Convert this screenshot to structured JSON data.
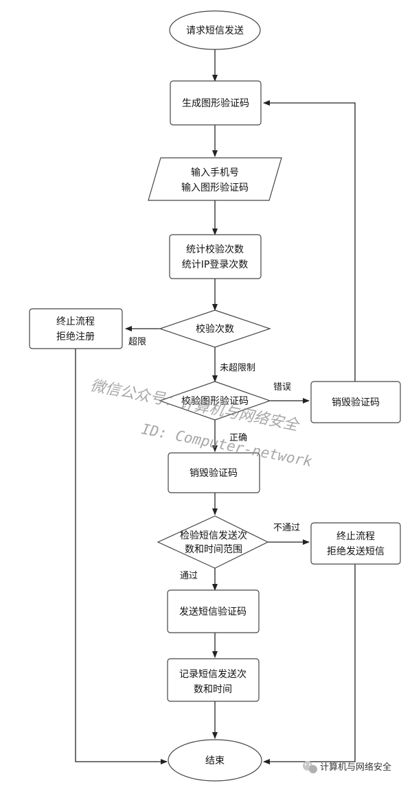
{
  "nodes": {
    "start": "请求短信发送",
    "gen_captcha": "生成图形验证码",
    "input_phone": [
      "输入手机号",
      "输入图形验证码"
    ],
    "count_stats": [
      "统计校验次数",
      "统计IP登录次数"
    ],
    "check_count": "校验次数",
    "stop_register": [
      "终止流程",
      "拒绝注册"
    ],
    "check_captcha": "校验图形验证码",
    "destroy_captcha_right": "销毁验证码",
    "destroy_captcha": "销毁验证码",
    "check_sms": [
      "检验短信发送次",
      "数和时间范围"
    ],
    "stop_sms": [
      "终止流程",
      "拒绝发送短信"
    ],
    "send_sms": "发送短信验证码",
    "record": [
      "记录短信发送次",
      "数和时间"
    ],
    "end": "结束"
  },
  "edge_labels": {
    "over_limit": "超限",
    "not_over_limit": "未超限制",
    "wrong": "错误",
    "correct": "正确",
    "not_pass": "不通过",
    "pass": "通过"
  },
  "watermark": {
    "line1": "微信公众号：计算机与网络安全",
    "line2": "ID: Computer-network"
  },
  "footer": {
    "brand": "计算机与网络安全"
  }
}
